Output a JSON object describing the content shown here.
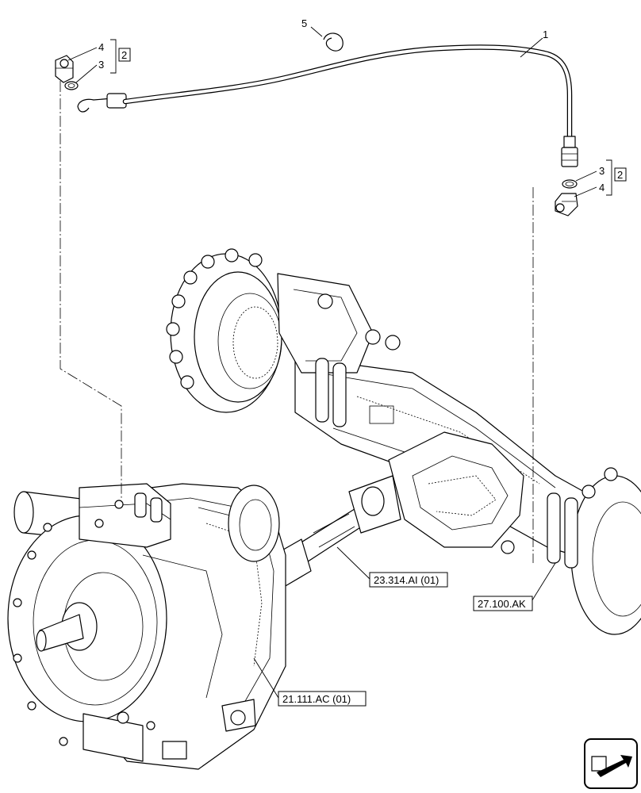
{
  "callouts": {
    "c1": "1",
    "c5": "5",
    "c4_left": "4",
    "c3_left": "3",
    "c2_left": "2",
    "c3_right": "3",
    "c4_right": "4",
    "c2_right": "2"
  },
  "references": {
    "shaft": "23.314.AI (01)",
    "axle": "27.100.AK",
    "transmission": "21.111.AC (01)"
  },
  "icons": {
    "nav": "next-page-arrow-icon"
  }
}
